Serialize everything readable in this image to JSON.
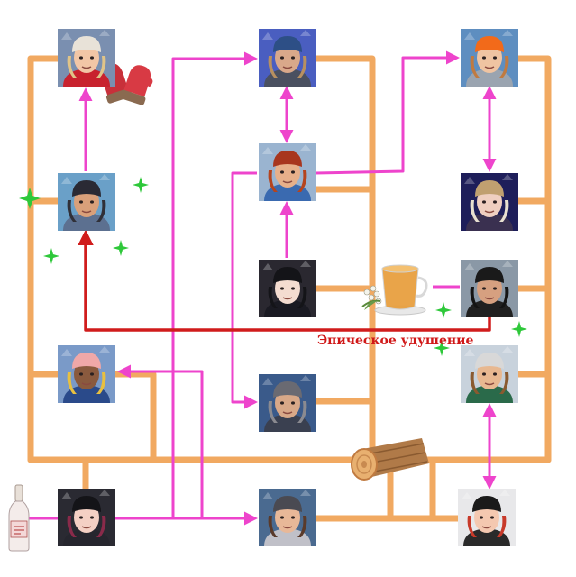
{
  "caption": "Эпическое удушение",
  "characters": [
    {
      "id": "p01",
      "bg": "#7a8fb0",
      "skin": "#f2c6a6",
      "hat": "#e8e2d8",
      "hair": "#e0c488",
      "shirt": "#c8222e",
      "icon": "sim-portrait-icon"
    },
    {
      "id": "p02",
      "bg": "#4a5ec0",
      "skin": "#d9a88a",
      "hat": "#2d4f86",
      "hair": "#b89060",
      "shirt": "#4a5060",
      "icon": "sim-portrait-icon"
    },
    {
      "id": "p03",
      "bg": "#5e8ec0",
      "skin": "#efc4a2",
      "hat": "#f26a1a",
      "hair": "#c07a40",
      "shirt": "#9aa4b0",
      "icon": "sim-portrait-icon"
    },
    {
      "id": "p04",
      "bg": "#6aa0c8",
      "skin": "#d9a07a",
      "hat": "#2a2a34",
      "hair": "#303038",
      "shirt": "#5c7090",
      "icon": "sim-portrait-icon"
    },
    {
      "id": "p05",
      "bg": "#9ab4d0",
      "skin": "#e7b08a",
      "hat": "#a8361e",
      "hair": "#b5441e",
      "shirt": "#3a6ab0",
      "icon": "sim-portrait-icon"
    },
    {
      "id": "p06",
      "bg": "#1e1e5a",
      "skin": "#efcfc0",
      "hat": "#c0a070",
      "hair": "#e8e0d0",
      "shirt": "#3a3050",
      "icon": "sim-portrait-icon"
    },
    {
      "id": "p07",
      "bg": "#2a2830",
      "skin": "#f4dcd0",
      "hat": "#141418",
      "hair": "#141418",
      "shirt": "#1a1a22",
      "icon": "sim-portrait-icon"
    },
    {
      "id": "p08",
      "bg": "#8a98a6",
      "skin": "#d6a080",
      "hat": "#1a1a1a",
      "hair": "#141414",
      "shirt": "#202020",
      "icon": "sim-portrait-icon"
    },
    {
      "id": "p09",
      "bg": "#7a9ac8",
      "skin": "#8a5a3e",
      "hat": "#f0a8a8",
      "hair": "#e8c040",
      "shirt": "#2a4a8a",
      "icon": "sim-portrait-icon"
    },
    {
      "id": "p10",
      "bg": "#c8d2dc",
      "skin": "#e8b890",
      "hat": "#d8d8d8",
      "hair": "#8a5a30",
      "shirt": "#2a6a4a",
      "icon": "sim-portrait-icon"
    },
    {
      "id": "p11",
      "bg": "#3a5a8a",
      "skin": "#d8a888",
      "hat": "#6a6a72",
      "hair": "#8a8a90",
      "shirt": "#3a4050",
      "icon": "sim-portrait-icon"
    },
    {
      "id": "p12",
      "bg": "#2a2a32",
      "skin": "#f4d0c4",
      "hat": "#141418",
      "hair": "#8a2a4a",
      "shirt": "#26262e",
      "icon": "sim-portrait-icon"
    },
    {
      "id": "p13",
      "bg": "#4a6a90",
      "skin": "#e8b898",
      "hat": "#4a4a52",
      "hair": "#5a3a2a",
      "shirt": "#c0c0c8",
      "icon": "sim-portrait-icon"
    },
    {
      "id": "p14",
      "bg": "#e8e8ea",
      "skin": "#f4c8b0",
      "hat": "#1a1a1a",
      "hair": "#c83a2a",
      "shirt": "#2a2a2a",
      "icon": "sim-portrait-icon"
    }
  ],
  "colors": {
    "orange": "#f0a050",
    "magenta": "#ee44cc",
    "red": "#d01c1c",
    "sparkle": "#2ec83a"
  }
}
